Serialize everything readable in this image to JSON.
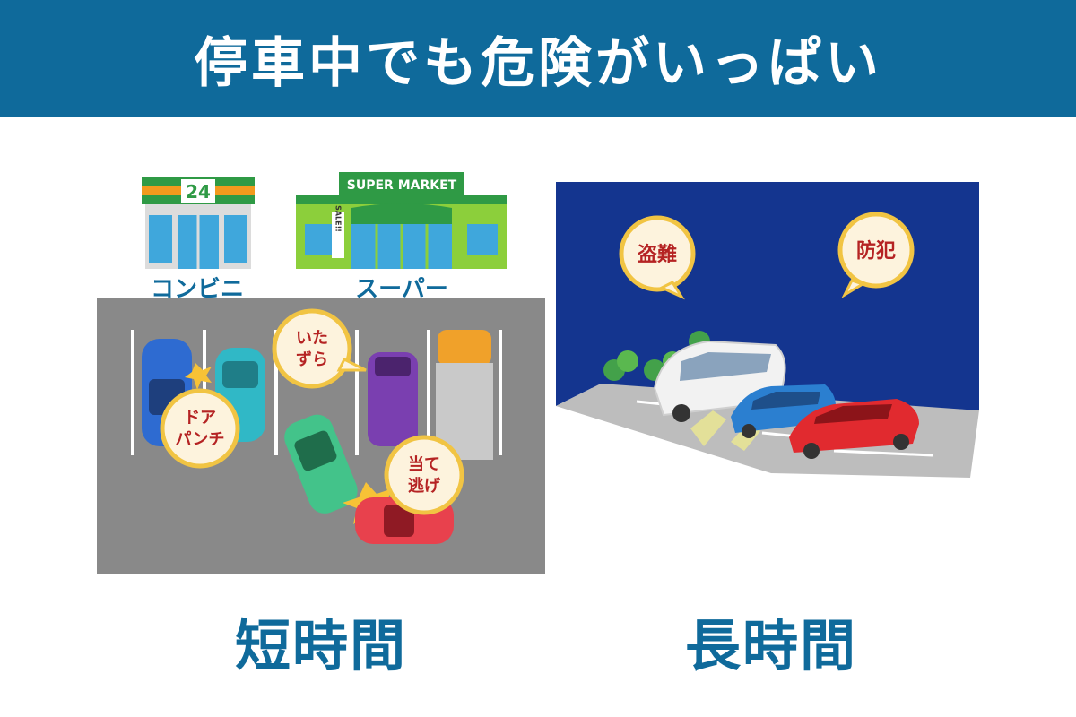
{
  "header": {
    "title": "停車中でも危険がいっぱい"
  },
  "stores": {
    "convenience": {
      "sign_number": "24",
      "label": "コンビニ"
    },
    "supermarket": {
      "sign_text": "SUPER MARKET",
      "sale_text": "SALE!!",
      "label": "スーパー"
    }
  },
  "short_term": {
    "caption": "短時間",
    "bubbles": {
      "mischief": {
        "line1": "いた",
        "line2": "ずら"
      },
      "door_punch": {
        "line1": "ドア",
        "line2": "パンチ"
      },
      "hit_and_run": {
        "line1": "当て",
        "line2": "逃げ"
      }
    }
  },
  "long_term": {
    "caption": "長時間",
    "bubbles": {
      "theft": "盗難",
      "crime_prevention": "防犯"
    }
  },
  "colors": {
    "banner": "#0f6a9b",
    "caption": "#0f6a9b",
    "bubble_text": "#b52323",
    "night_sky": "#14358f",
    "asphalt": "#898989"
  }
}
